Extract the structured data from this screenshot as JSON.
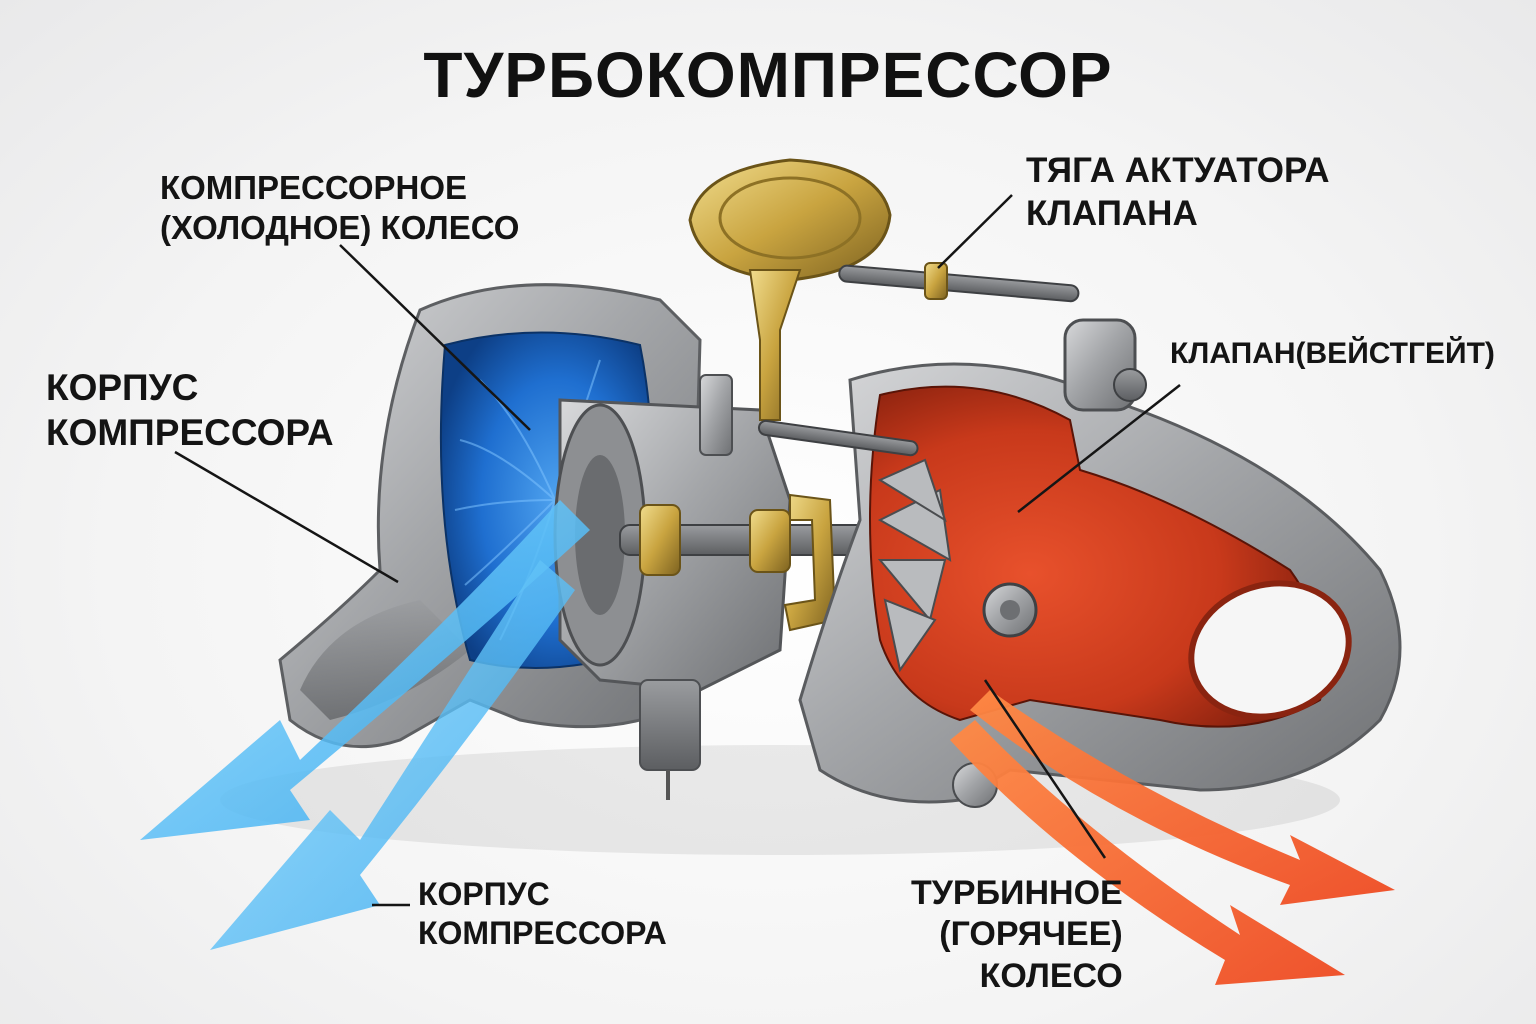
{
  "title": "ТУРБОКОМПРЕССОР",
  "labels": {
    "compressor_wheel": "КОМПРЕССОРНОЕ\n(ХОЛОДНОЕ) КОЛЕСО",
    "compressor_housing": "КОРПУС\nКОМПРЕССОРА",
    "actuator_rod": "ТЯГА АКТУАТОРА\nКЛАПАНА",
    "wastegate_valve": "КЛАПАН(ВЕЙСТГЕЙТ)",
    "compressor_housing_bottom": "КОРПУС\nКОМПРЕССОРА",
    "turbine_wheel": "ТУРБИННОЕ\n(ГОРЯЧЕЕ)\nКОЛЕСО"
  },
  "colors": {
    "cold_flow": "#3ab4f2",
    "hot_flow": "#f0562a",
    "compressor_cut": "#1f6fd0",
    "turbine_cut": "#c8391b",
    "metal": "#a9abae",
    "brass": "#c9a440"
  }
}
